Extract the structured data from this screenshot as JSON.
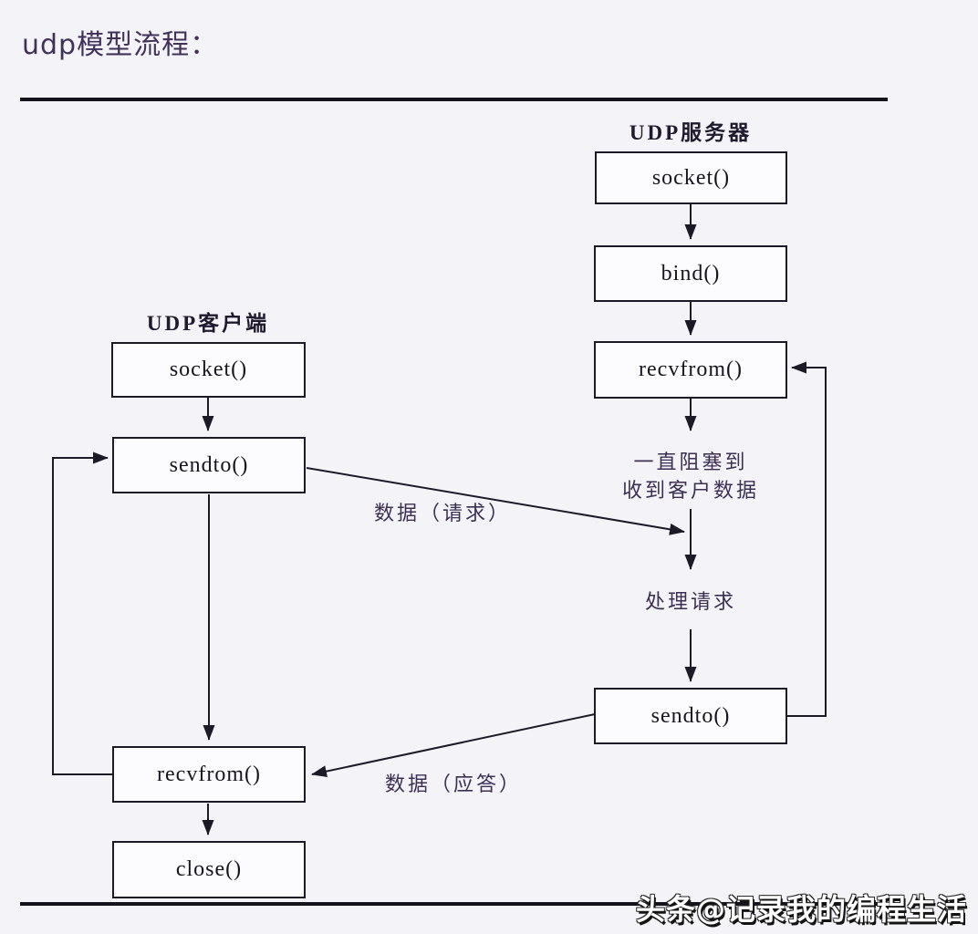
{
  "page": {
    "title": "udp模型流程："
  },
  "client": {
    "title": "UDP客户端",
    "nodes": [
      {
        "label": "socket()"
      },
      {
        "label": "sendto()"
      },
      {
        "label": "recvfrom()"
      },
      {
        "label": "close()"
      }
    ]
  },
  "server": {
    "title": "UDP服务器",
    "nodes": [
      {
        "label": "socket()"
      },
      {
        "label": "bind()"
      },
      {
        "label": "recvfrom()"
      },
      {
        "label": "sendto()"
      }
    ]
  },
  "annotations": {
    "blocking_line1": "一直阻塞到",
    "blocking_line2": "收到客户数据",
    "process_request": "处理请求",
    "data_request": "数据（请求）",
    "data_reply": "数据（应答）"
  },
  "watermark": {
    "text": "头条@记录我的编程生活"
  },
  "colors": {
    "background": "#f3f3f8",
    "line": "#1b1b28",
    "box_fill": "#fcfcfe",
    "box_text": "#15151f",
    "title_text": "#41305a",
    "annotation_text": "#3c2f52",
    "watermark_text": "#ffffff"
  }
}
